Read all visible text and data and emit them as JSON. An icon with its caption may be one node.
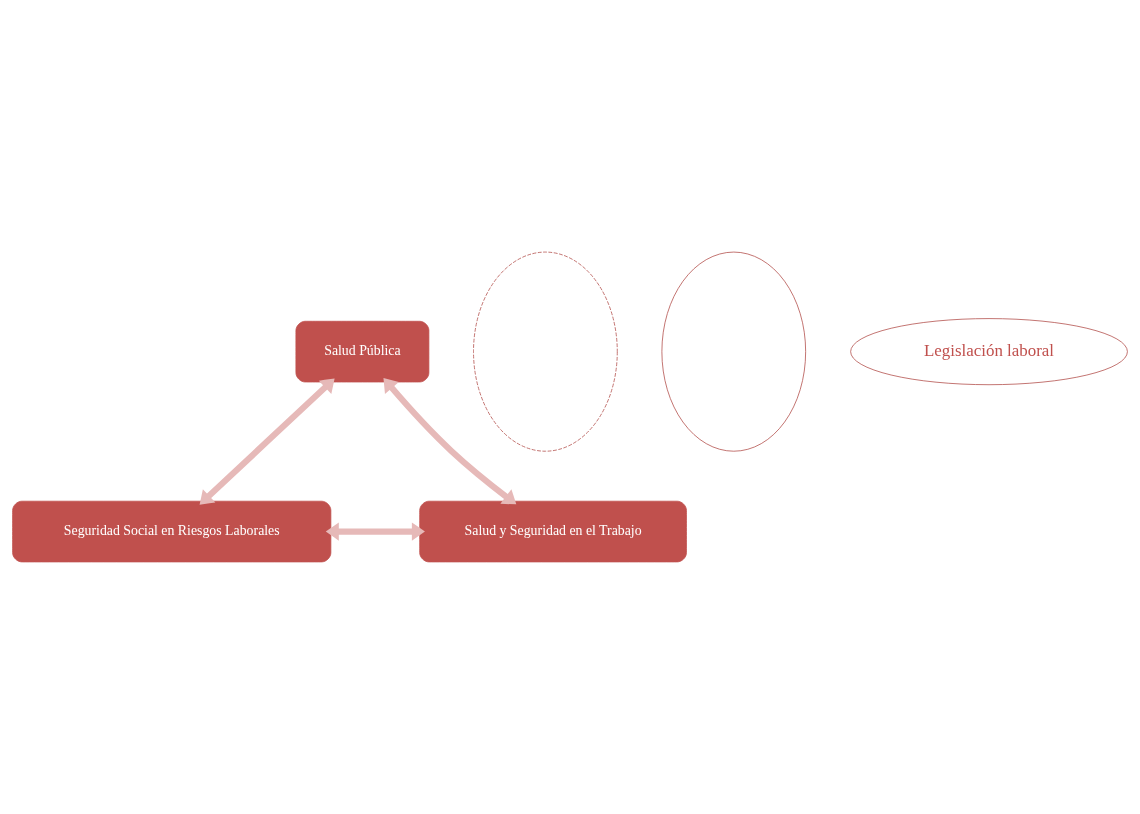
{
  "diagram": {
    "nodes": [
      {
        "text": [
          "Salud Pública"
        ]
      },
      {
        "text": [],
        "shape": "ellipse"
      },
      {
        "text": [],
        "shape": "ellipse"
      },
      {
        "text": [
          "Legislación laboral"
        ]
      },
      {
        "text": [
          "Seguridad Social en Riesgos Laborales"
        ]
      },
      {
        "text": [
          "Salud y Seguridad en el Trabajo"
        ]
      }
    ],
    "edges": [
      {
        "from": 4,
        "to": 0,
        "arrow": "both"
      },
      {
        "from": 0,
        "to": 5,
        "arrow": "both"
      },
      {
        "from": 4,
        "to": 5,
        "arrow": "both"
      }
    ]
  }
}
